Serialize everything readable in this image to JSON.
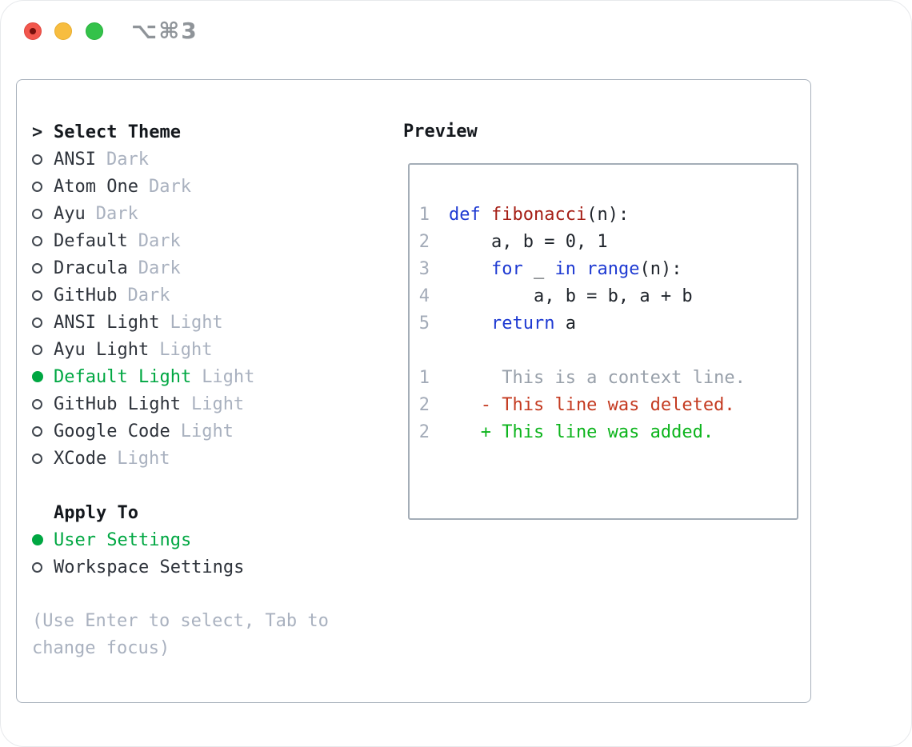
{
  "window": {
    "shortcut": "⌥⌘3"
  },
  "colors": {
    "selection_green": "#00a742",
    "added_green": "#0cb41c",
    "deleted_red": "#c43a20",
    "keyword_blue": "#1e3ad2",
    "function_red": "#a51e15",
    "muted_gray": "#a9b1bf",
    "ink": "#2b3038",
    "panel_border": "#a8b1bc",
    "traffic_red": "#f2574d",
    "traffic_yellow": "#f7bd40",
    "traffic_green": "#34c24a"
  },
  "theme_panel": {
    "focus_marker": ">",
    "title": "Select Theme",
    "items": [
      {
        "name": "ANSI",
        "tag": "Dark",
        "selected": false
      },
      {
        "name": "Atom One",
        "tag": "Dark",
        "selected": false
      },
      {
        "name": "Ayu",
        "tag": "Dark",
        "selected": false
      },
      {
        "name": "Default",
        "tag": "Dark",
        "selected": false
      },
      {
        "name": "Dracula",
        "tag": "Dark",
        "selected": false
      },
      {
        "name": "GitHub",
        "tag": "Dark",
        "selected": false
      },
      {
        "name": "ANSI Light",
        "tag": "Light",
        "selected": false
      },
      {
        "name": "Ayu Light",
        "tag": "Light",
        "selected": false
      },
      {
        "name": "Default Light",
        "tag": "Light",
        "selected": true
      },
      {
        "name": "GitHub Light",
        "tag": "Light",
        "selected": false
      },
      {
        "name": "Google Code",
        "tag": "Light",
        "selected": false
      },
      {
        "name": "XCode",
        "tag": "Light",
        "selected": false
      }
    ]
  },
  "apply_to": {
    "title": "Apply To",
    "options": [
      {
        "label": "User Settings",
        "selected": true
      },
      {
        "label": "Workspace Settings",
        "selected": false
      }
    ]
  },
  "help_text": "(Use Enter to select, Tab to change focus)",
  "preview": {
    "title": "Preview",
    "code_lines": [
      {
        "num": "1",
        "tokens": [
          {
            "t": "def"
          },
          {
            "t": " "
          },
          {
            "t": "fibonacci"
          },
          {
            "t": "(n):"
          }
        ]
      },
      {
        "num": "2",
        "tokens": [
          {
            "t": "    a, b = 0, 1"
          }
        ]
      },
      {
        "num": "3",
        "tokens": [
          {
            "t": "    "
          },
          {
            "t": "for"
          },
          {
            "t": " _ "
          },
          {
            "t": "in"
          },
          {
            "t": " "
          },
          {
            "t": "range"
          },
          {
            "t": "(n):"
          }
        ]
      },
      {
        "num": "4",
        "tokens": [
          {
            "t": "        a, b = b, a + b"
          }
        ]
      },
      {
        "num": "5",
        "tokens": [
          {
            "t": "    "
          },
          {
            "t": "return"
          },
          {
            "t": " a"
          }
        ]
      }
    ],
    "diff_lines": [
      {
        "num": "1",
        "text": "     This is a context line.",
        "kind": "context"
      },
      {
        "num": "2",
        "text": "   - This line was deleted.",
        "kind": "deleted"
      },
      {
        "num": "2",
        "text": "   + This line was added.",
        "kind": "added"
      }
    ]
  }
}
